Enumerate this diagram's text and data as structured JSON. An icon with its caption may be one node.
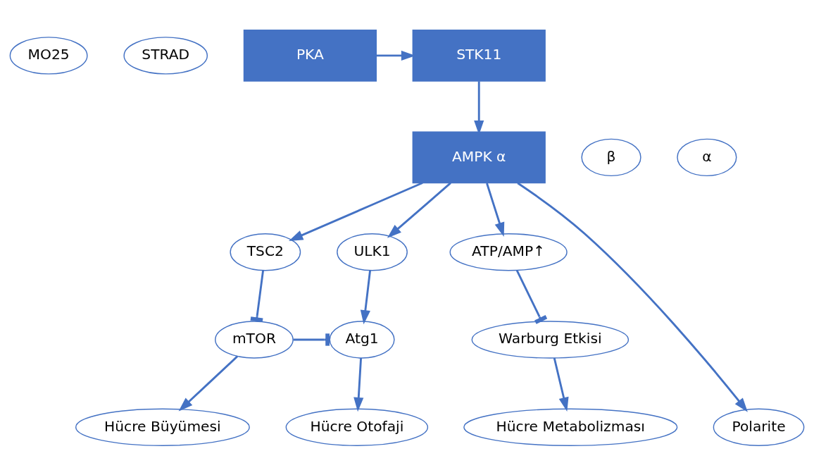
{
  "diagram": {
    "nodes": [
      {
        "text": [
          "MO25"
        ]
      },
      {
        "text": [
          "STRAD"
        ]
      },
      {
        "text": [
          "STK11"
        ]
      },
      {
        "text": [
          "PKA"
        ]
      },
      {
        "text": [
          "β"
        ]
      },
      {
        "text": [
          "α"
        ]
      },
      {
        "text": [
          "AMPK α"
        ]
      },
      {
        "text": [
          "TSC2"
        ]
      },
      {
        "text": [
          "ULK1"
        ]
      },
      {
        "text": [
          "ATP/AMP↑"
        ]
      },
      {
        "text": [
          "mTOR"
        ]
      },
      {
        "text": [
          "Atg1"
        ]
      },
      {
        "text": [
          "Warburg Etkisi"
        ]
      },
      {
        "text": [
          "Polarite"
        ]
      },
      {
        "text": [
          "Hücre Büyümesi"
        ]
      },
      {
        "text": [
          "Hücre Otofaji"
        ]
      },
      {
        "text": [
          "Hücre Metabolizması"
        ]
      }
    ],
    "edges": [
      {
        "from": 3,
        "to": 2,
        "arrow": "to"
      },
      {
        "from": 2,
        "to": 6,
        "arrow": "to"
      },
      {
        "from": 6,
        "to": 13,
        "arrow": "to"
      },
      {
        "from": 6,
        "to": 7,
        "arrow": "to"
      },
      {
        "from": 6,
        "to": 8,
        "arrow": "to"
      },
      {
        "from": 6,
        "to": 9,
        "arrow": "to"
      },
      {
        "from": 7,
        "to": 10,
        "arrow": "other"
      },
      {
        "from": 8,
        "to": 11,
        "arrow": "to"
      },
      {
        "from": 9,
        "to": 12,
        "arrow": "other"
      },
      {
        "from": 10,
        "to": 11,
        "arrow": "other"
      },
      {
        "from": 10,
        "to": 14,
        "arrow": "to"
      },
      {
        "from": 11,
        "to": 15,
        "arrow": "to"
      },
      {
        "from": 12,
        "to": 16,
        "arrow": "to"
      }
    ]
  }
}
